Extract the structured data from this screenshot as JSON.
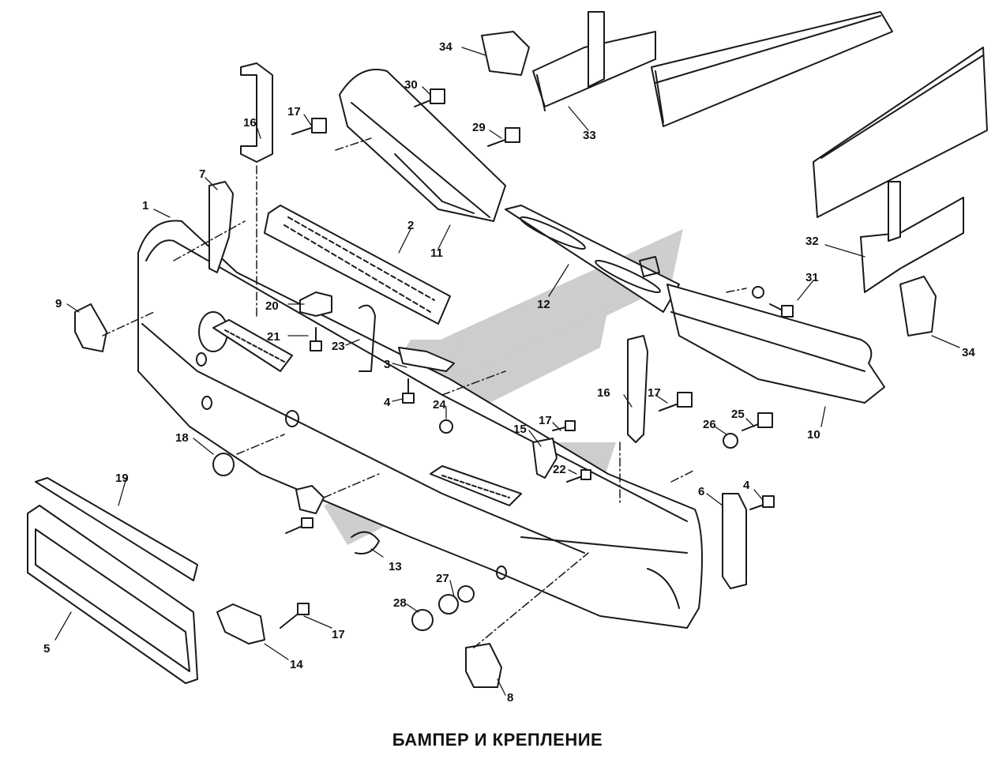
{
  "diagram": {
    "caption": "БАМПЕР И КРЕПЛЕНИЕ",
    "callouts": [
      {
        "id": "c1",
        "label": "1"
      },
      {
        "id": "c2",
        "label": "2"
      },
      {
        "id": "c3",
        "label": "3"
      },
      {
        "id": "c4a",
        "label": "4"
      },
      {
        "id": "c4b",
        "label": "4"
      },
      {
        "id": "c5",
        "label": "5"
      },
      {
        "id": "c6",
        "label": "6"
      },
      {
        "id": "c7",
        "label": "7"
      },
      {
        "id": "c8",
        "label": "8"
      },
      {
        "id": "c9",
        "label": "9"
      },
      {
        "id": "c10",
        "label": "10"
      },
      {
        "id": "c11",
        "label": "11"
      },
      {
        "id": "c12",
        "label": "12"
      },
      {
        "id": "c13",
        "label": "13"
      },
      {
        "id": "c14",
        "label": "14"
      },
      {
        "id": "c15",
        "label": "15"
      },
      {
        "id": "c16a",
        "label": "16"
      },
      {
        "id": "c16b",
        "label": "16"
      },
      {
        "id": "c17a",
        "label": "17"
      },
      {
        "id": "c17b",
        "label": "17"
      },
      {
        "id": "c17c",
        "label": "17"
      },
      {
        "id": "c17d",
        "label": "17"
      },
      {
        "id": "c18",
        "label": "18"
      },
      {
        "id": "c19",
        "label": "19"
      },
      {
        "id": "c20",
        "label": "20"
      },
      {
        "id": "c21",
        "label": "21"
      },
      {
        "id": "c22",
        "label": "22"
      },
      {
        "id": "c23",
        "label": "23"
      },
      {
        "id": "c24",
        "label": "24"
      },
      {
        "id": "c25",
        "label": "25"
      },
      {
        "id": "c26",
        "label": "26"
      },
      {
        "id": "c27",
        "label": "27"
      },
      {
        "id": "c28",
        "label": "28"
      },
      {
        "id": "c29",
        "label": "29"
      },
      {
        "id": "c30",
        "label": "30"
      },
      {
        "id": "c31",
        "label": "31"
      },
      {
        "id": "c32",
        "label": "32"
      },
      {
        "id": "c33",
        "label": "33"
      },
      {
        "id": "c34a",
        "label": "34"
      },
      {
        "id": "c34b",
        "label": "34"
      }
    ]
  },
  "colors": {
    "line": "#1a1a1a",
    "watermark": "#b8b8b8",
    "background": "#ffffff"
  }
}
